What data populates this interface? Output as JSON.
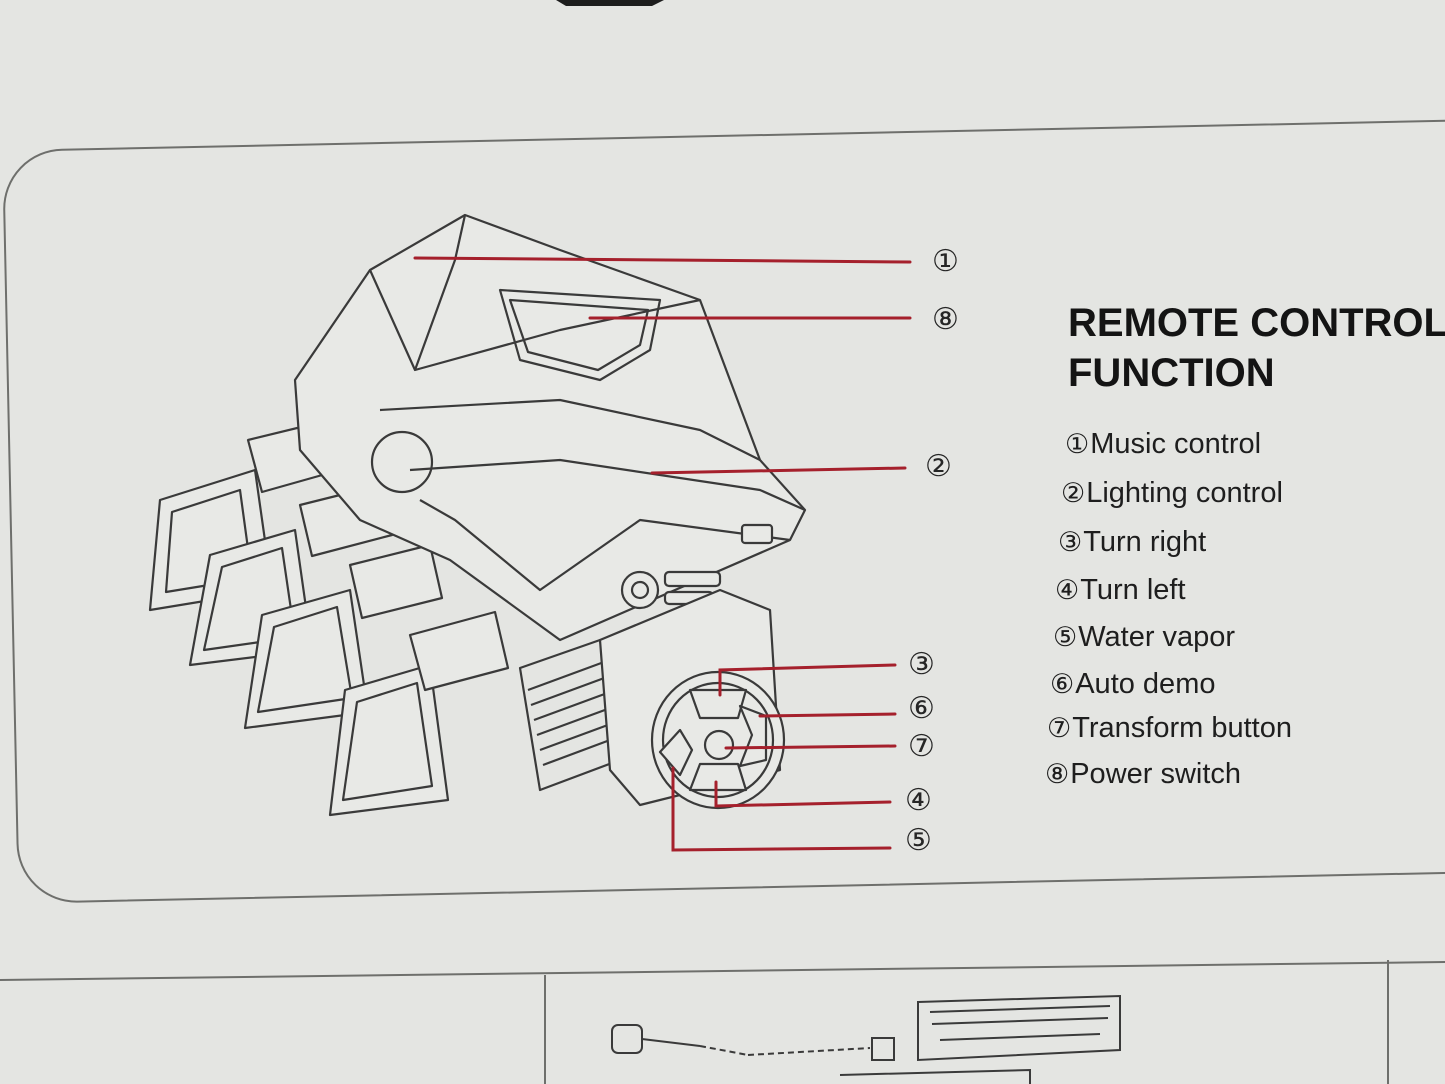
{
  "heading": {
    "line1": "REMOTE CONTROL",
    "line2": "FUNCTION"
  },
  "functions": [
    {
      "num": "①",
      "label": "Music control"
    },
    {
      "num": "②",
      "label": "Lighting control"
    },
    {
      "num": "③",
      "label": "Turn right"
    },
    {
      "num": "④",
      "label": "Turn left"
    },
    {
      "num": "⑤",
      "label": "Water vapor"
    },
    {
      "num": "⑥",
      "label": "Auto demo"
    },
    {
      "num": "⑦",
      "label": "Transform button"
    },
    {
      "num": "⑧",
      "label": "Power switch"
    }
  ],
  "callouts": [
    "①",
    "⑧",
    "②",
    "③",
    "⑥",
    "⑦",
    "④",
    "⑤"
  ],
  "colors": {
    "leader": "#a5202c",
    "outline": "#3a3a3a",
    "paper": "#e4e5e2"
  }
}
